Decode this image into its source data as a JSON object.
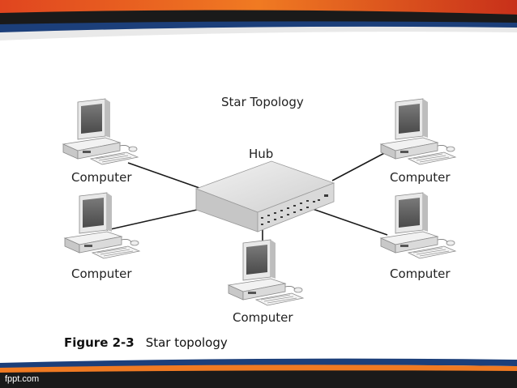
{
  "diagram": {
    "title": "Star Topology",
    "hub_label": "Hub",
    "computers": [
      {
        "label": "Computer"
      },
      {
        "label": "Computer"
      },
      {
        "label": "Computer"
      },
      {
        "label": "Computer"
      },
      {
        "label": "Computer"
      }
    ]
  },
  "caption": {
    "figure_number": "Figure 2-3",
    "text": "Star topology"
  },
  "footer": {
    "brand": "fppt.com"
  },
  "colors": {
    "band_red": "#d63a1a",
    "band_orange": "#f28c28",
    "band_dark": "#2a2a2a",
    "band_blue": "#1c3f7a"
  }
}
